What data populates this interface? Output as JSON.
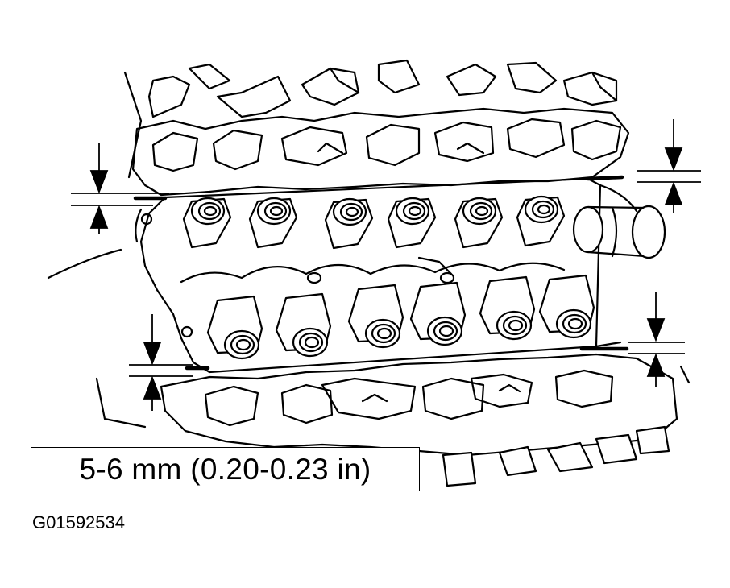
{
  "callout": {
    "text": "5-6 mm (0.20-0.23 in)"
  },
  "figure_id": "G01592534",
  "icons": [
    "dimension-arrow",
    "gasket-seal",
    "valve-spring-cap",
    "camshaft",
    "intake-port"
  ],
  "colors": {
    "ink": "#000000",
    "paper": "#ffffff"
  }
}
